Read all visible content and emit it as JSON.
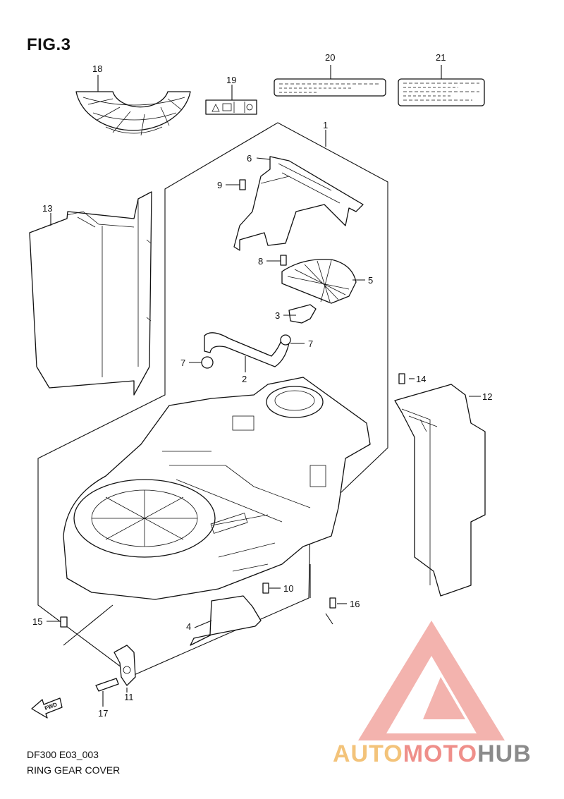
{
  "header": {
    "figure": "FIG.3"
  },
  "footer": {
    "model_code": "DF300 E03_003",
    "section": "RING GEAR COVER"
  },
  "callouts": {
    "p1": "1",
    "p2": "2",
    "p3": "3",
    "p4": "4",
    "p5": "5",
    "p6": "6",
    "p7a": "7",
    "p7b": "7",
    "p8": "8",
    "p9": "9",
    "p10": "10",
    "p11": "11",
    "p12": "12",
    "p13": "13",
    "p14": "14",
    "p15": "15",
    "p16": "16",
    "p17": "17",
    "p18": "18",
    "p19": "19",
    "p20": "20",
    "p21": "21"
  },
  "fwd_label": "FWD",
  "watermark": {
    "part1": "AUTO",
    "part2": "MOTO",
    "part3": "HUB"
  },
  "colors": {
    "line": "#111111",
    "watermark_red": "#ef8f8a",
    "watermark_gold": "#f3c37a",
    "watermark_grey": "#8b8b8b"
  }
}
